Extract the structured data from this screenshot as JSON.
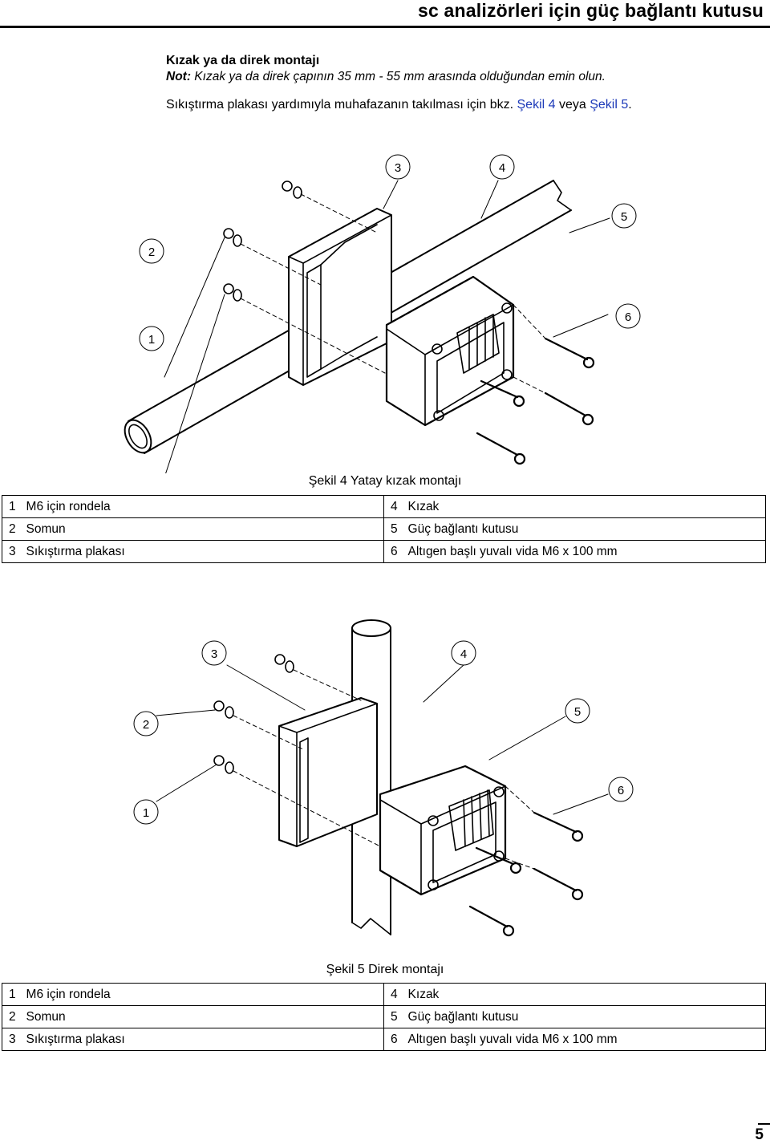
{
  "header": {
    "title": "sc analizörleri için güç bağlantı kutusu"
  },
  "section": {
    "heading": "Kızak ya da direk montajı",
    "note_label": "Not:",
    "note_text": " Kızak ya da direk çapının 35 mm - 55 mm arasında olduğundan emin olun.",
    "body_prefix": "Sıkıştırma plakası yardımıyla muhafazanın takılması için bkz. ",
    "body_link1": "Şekil 4",
    "body_middle": " veya ",
    "body_link2": "Şekil 5",
    "body_suffix": "."
  },
  "figure4": {
    "callouts": [
      "1",
      "2",
      "3",
      "4",
      "5",
      "6"
    ],
    "caption": "Şekil 4 Yatay kızak montajı",
    "legend": [
      {
        "n1": "1",
        "t1": "M6 için rondela",
        "n2": "4",
        "t2": "Kızak"
      },
      {
        "n1": "2",
        "t1": "Somun",
        "n2": "5",
        "t2": "Güç bağlantı kutusu"
      },
      {
        "n1": "3",
        "t1": "Sıkıştırma plakası",
        "n2": "6",
        "t2": "Altıgen başlı yuvalı vida M6 x 100 mm"
      }
    ]
  },
  "figure5": {
    "callouts": [
      "1",
      "2",
      "3",
      "4",
      "5",
      "6"
    ],
    "caption": "Şekil 5 Direk montajı",
    "legend": [
      {
        "n1": "1",
        "t1": "M6 için rondela",
        "n2": "4",
        "t2": "Kızak"
      },
      {
        "n1": "2",
        "t1": "Somun",
        "n2": "5",
        "t2": "Güç bağlantı kutusu"
      },
      {
        "n1": "3",
        "t1": "Sıkıştırma plakası",
        "n2": "6",
        "t2": "Altıgen başlı yuvalı vida M6 x 100 mm"
      }
    ]
  },
  "footer": {
    "page_number": "5"
  }
}
